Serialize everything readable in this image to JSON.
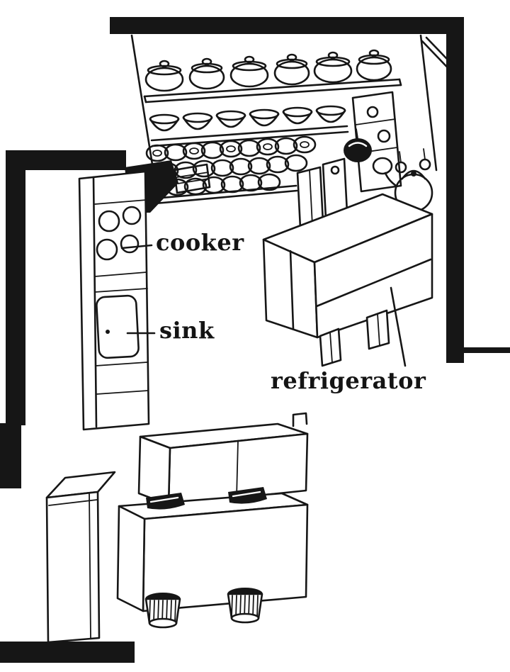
{
  "scene": {
    "type": "hand-drawn kitchen layout illustration",
    "background_color": "#ffffff",
    "ink_color": "#161616",
    "labels": {
      "cooker": "cooker",
      "sink": "sink",
      "refrigerator": "refrigerator"
    },
    "elements": [
      "outer-walls",
      "pots-shelf",
      "bowls-shelf",
      "plates-shelf",
      "range-hood",
      "vent-grille",
      "kitchen-counter",
      "cooker-hob",
      "sink-basin",
      "wall-cabinet",
      "hanging-pots",
      "kettle",
      "refrigerator",
      "sideboard",
      "dining-table",
      "table-settings",
      "stool-feet",
      "tall-cupboard"
    ]
  }
}
